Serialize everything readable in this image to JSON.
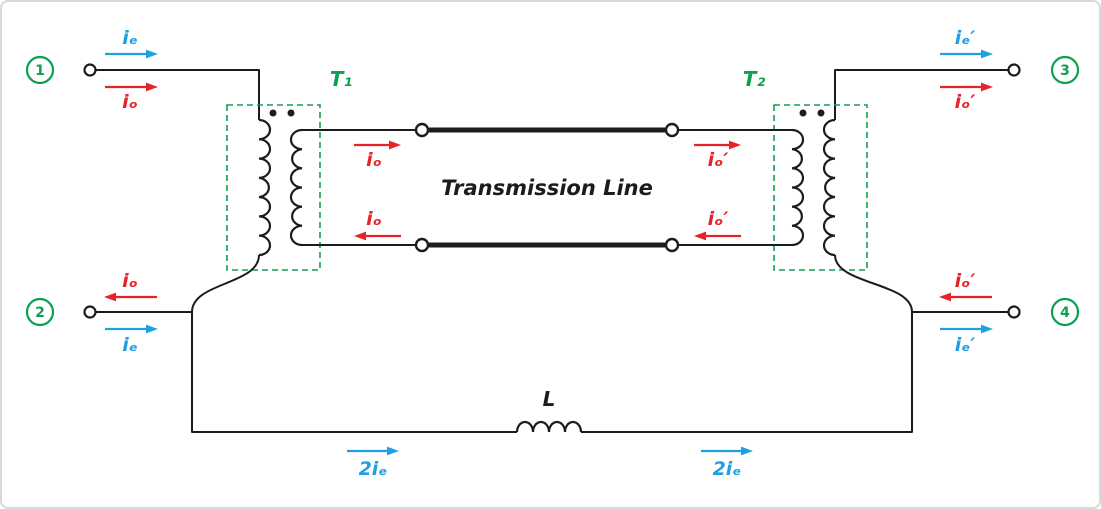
{
  "colors": {
    "blue": "#1FA0E2",
    "red": "#E62329",
    "green": "#0FA04F",
    "ink": "#1C1C1C"
  },
  "ports": {
    "p1": {
      "number": "1",
      "even": "iₑ",
      "odd": "iₒ"
    },
    "p2": {
      "number": "2",
      "even": "iₑ",
      "odd": "iₒ"
    },
    "p3": {
      "number": "3",
      "even": "iₑ′",
      "odd": "iₒ′"
    },
    "p4": {
      "number": "4",
      "even": "iₑ′",
      "odd": "iₒ′"
    }
  },
  "transformers": {
    "t1": "T₁",
    "t2": "T₂"
  },
  "transmission_line": {
    "title": "Transmission Line",
    "top_left": "iₒ",
    "top_right": "iₒ′",
    "bottom_left": "iₒ",
    "bottom_right": "iₒ′"
  },
  "inductor": {
    "label": "L"
  },
  "return_path": {
    "left": "2iₑ",
    "right": "2iₑ"
  }
}
